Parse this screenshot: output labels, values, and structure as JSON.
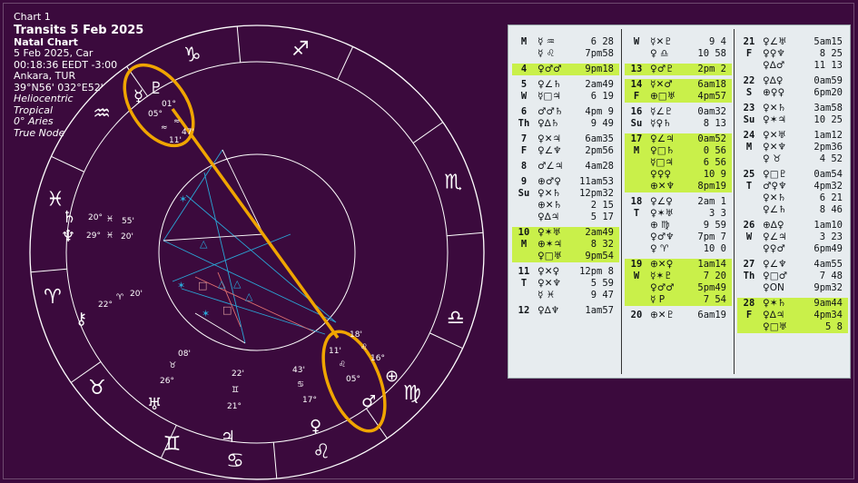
{
  "chart_info": {
    "chart_no": "Chart 1",
    "title": "Transits 5 Feb 2025",
    "subtitle": "Natal Chart",
    "date": "5 Feb 2025, Car",
    "time": "00:18:36  EEDT -3:00",
    "place": "Ankara, TUR",
    "coords": "39°N56' 032°E52'",
    "system": "Heliocentric",
    "zodiac": "Tropical",
    "ayanamsa": "0° Aries",
    "node": "True Node"
  },
  "zodiac_ring": [
    {
      "glyph": "♑",
      "angle": -108
    },
    {
      "glyph": "♐",
      "angle": -78
    },
    {
      "glyph": "♏",
      "angle": -20
    },
    {
      "glyph": "♎",
      "angle": 18
    },
    {
      "glyph": "♍",
      "angle": 42
    },
    {
      "glyph": "♌",
      "angle": 72
    },
    {
      "glyph": "♋",
      "angle": 96
    },
    {
      "glyph": "♊",
      "angle": 114
    },
    {
      "glyph": "♉",
      "angle": 140
    },
    {
      "glyph": "♈",
      "angle": 168
    },
    {
      "glyph": "♓",
      "angle": 195
    },
    {
      "glyph": "♒",
      "angle": 222
    }
  ],
  "planets": [
    {
      "glyph": "♇",
      "label": "Pluto",
      "deg": "01°",
      "sign": "≈"
    },
    {
      "glyph": "☿",
      "label": "Mercury",
      "deg": "05°",
      "sign": "≈"
    },
    {
      "glyph": "♄",
      "label": "Saturn",
      "deg": "20°",
      "sign": "♓",
      "min": "55'"
    },
    {
      "glyph": "♆",
      "label": "Neptune",
      "deg": "29°",
      "sign": "♓",
      "min": "20'"
    },
    {
      "glyph": "⚷",
      "label": "Chiron",
      "deg": "22°",
      "sign": "♈",
      "min": "20'"
    },
    {
      "glyph": "♅",
      "label": "Uranus",
      "deg": "26°",
      "sign": "♉",
      "min": "08'"
    },
    {
      "glyph": "♃",
      "label": "Jupiter",
      "deg": "21°",
      "sign": "♊",
      "min": "22'"
    },
    {
      "glyph": "♀",
      "label": "Venus",
      "deg": "17°",
      "sign": "♋",
      "min": "43'"
    },
    {
      "glyph": "♂",
      "label": "Mars",
      "deg": "05°",
      "sign": "♌",
      "min": "11'"
    },
    {
      "glyph": "⊕",
      "label": "Earth",
      "deg": "16°",
      "sign": "♌",
      "min": "18'"
    }
  ],
  "wheel_text": {
    "pluto_min": "47'",
    "mercury_min": "11'",
    "t_01": "01°",
    "t_05": "05°",
    "t_47": "47'",
    "t_11": "11'",
    "sat_deg": "20°",
    "sat_min": "55'",
    "nep_deg": "29°",
    "nep_min": "20'",
    "chi_deg": "22°",
    "chi_min": "20'",
    "ura_deg": "08'",
    "ura_d2": "26°",
    "jup_deg": "22'",
    "jup_d2": "21°",
    "ven_deg": "43'",
    "ven_d2": "17°",
    "mar_deg": "11'",
    "mar_d2": "05°",
    "ear_deg": "18'",
    "ear_d2": "16°"
  },
  "ephemeris": {
    "col1": [
      {
        "day": "M",
        "aspect": "☿ ♒",
        "time": "6 28",
        "hl": false
      },
      {
        "day": "",
        "aspect": "☿ ♌",
        "time": "7pm58",
        "hl": false
      },
      {
        "day": "4",
        "aspect": "♀♂♂",
        "time": "9pm18",
        "hl": true
      },
      {
        "day": "5",
        "aspect": "♀∠♄",
        "time": "2am49",
        "hl": false
      },
      {
        "day": "W",
        "aspect": "☿□♃",
        "time": "6 19",
        "hl": false
      },
      {
        "day": "6",
        "aspect": "♂♂♄",
        "time": "4pm 9",
        "hl": false
      },
      {
        "day": "Th",
        "aspect": "♀∆♄",
        "time": "9 49",
        "hl": false
      },
      {
        "day": "7",
        "aspect": "♀✕♃",
        "time": "6am35",
        "hl": false
      },
      {
        "day": "F",
        "aspect": "♀∠♆",
        "time": "2pm56",
        "hl": false
      },
      {
        "day": "8",
        "aspect": "♂∠♃",
        "time": "4am28",
        "hl": false
      },
      {
        "day": "9",
        "aspect": "⊕♂♀",
        "time": "11am53",
        "hl": false
      },
      {
        "day": "Su",
        "aspect": "♀✕♄",
        "time": "12pm32",
        "hl": false
      },
      {
        "day": "",
        "aspect": "⊕✕♄",
        "time": "2 15",
        "hl": false
      },
      {
        "day": "",
        "aspect": "♀∆♃",
        "time": "5 17",
        "hl": false
      },
      {
        "day": "10",
        "aspect": "♀✶♅",
        "time": "2am49",
        "hl": true
      },
      {
        "day": "M",
        "aspect": "⊕✶♃",
        "time": "8 32",
        "hl": true
      },
      {
        "day": "",
        "aspect": "♀□♅",
        "time": "9pm54",
        "hl": true
      },
      {
        "day": "11",
        "aspect": "♀✕♀",
        "time": "12pm 8",
        "hl": false
      },
      {
        "day": "T",
        "aspect": "♀✕♆",
        "time": "5 59",
        "hl": false
      },
      {
        "day": "",
        "aspect": "☿ ♓",
        "time": "9 47",
        "hl": false
      },
      {
        "day": "12",
        "aspect": "♀∆♆",
        "time": "1am57",
        "hl": false
      }
    ],
    "col2": [
      {
        "day": "W",
        "aspect": "☿✕♇",
        "time": "9 4",
        "hl": false
      },
      {
        "day": "",
        "aspect": "♀ ♎",
        "time": "10 58",
        "hl": false
      },
      {
        "day": "13",
        "aspect": "♀♂♇",
        "time": "2pm 2",
        "hl": true
      },
      {
        "day": "14",
        "aspect": "☿✕♂",
        "time": "6am18",
        "hl": true
      },
      {
        "day": "F",
        "aspect": "⊕□♅",
        "time": "4pm57",
        "hl": true
      },
      {
        "day": "16",
        "aspect": "☿∠♇",
        "time": "0am32",
        "hl": false
      },
      {
        "day": "Su",
        "aspect": "☿♀♄",
        "time": "8 13",
        "hl": false
      },
      {
        "day": "17",
        "aspect": "♀∠♃",
        "time": "0am52",
        "hl": true
      },
      {
        "day": "M",
        "aspect": "♀□♄",
        "time": "0 56",
        "hl": true
      },
      {
        "day": "",
        "aspect": "☿□♃",
        "time": "6 56",
        "hl": true
      },
      {
        "day": "",
        "aspect": "♀♀♀",
        "time": "10 9",
        "hl": true
      },
      {
        "day": "",
        "aspect": "⊕✕♆",
        "time": "8pm19",
        "hl": true
      },
      {
        "day": "18",
        "aspect": "♀∠♀",
        "time": "2am 1",
        "hl": false
      },
      {
        "day": "T",
        "aspect": "♀✶♅",
        "time": "3 3",
        "hl": false
      },
      {
        "day": "",
        "aspect": "⊕ ♍",
        "time": "9 59",
        "hl": false
      },
      {
        "day": "",
        "aspect": "♀♂♆",
        "time": "7pm 7",
        "hl": false
      },
      {
        "day": "",
        "aspect": "♀ ♈",
        "time": "10 0",
        "hl": false
      },
      {
        "day": "19",
        "aspect": "⊕✕♀",
        "time": "1am14",
        "hl": true
      },
      {
        "day": "W",
        "aspect": "☿✶♇",
        "time": "7 20",
        "hl": true
      },
      {
        "day": "",
        "aspect": "♀♂♂",
        "time": "5pm49",
        "hl": true
      },
      {
        "day": "",
        "aspect": "☿ P",
        "time": "7 54",
        "hl": true
      },
      {
        "day": "20",
        "aspect": "⊕✕♇",
        "time": "6am19",
        "hl": false
      }
    ],
    "col3": [
      {
        "day": "21",
        "aspect": "♀∠♅",
        "time": "5am15",
        "hl": false
      },
      {
        "day": "F",
        "aspect": "♀♀♆",
        "time": "8 25",
        "hl": false
      },
      {
        "day": "",
        "aspect": "♀∆♂",
        "time": "11 13",
        "hl": false
      },
      {
        "day": "22",
        "aspect": "♀∆♀",
        "time": "0am59",
        "hl": false
      },
      {
        "day": "S",
        "aspect": "⊕♀♀",
        "time": "6pm20",
        "hl": false
      },
      {
        "day": "23",
        "aspect": "♀✕♄",
        "time": "3am58",
        "hl": false
      },
      {
        "day": "Su",
        "aspect": "♀✶♃",
        "time": "10 25",
        "hl": false
      },
      {
        "day": "24",
        "aspect": "♀✕♅",
        "time": "1am12",
        "hl": false
      },
      {
        "day": "M",
        "aspect": "♀✕♆",
        "time": "2pm36",
        "hl": false
      },
      {
        "day": "",
        "aspect": "♀ ♉",
        "time": "4 52",
        "hl": false
      },
      {
        "day": "25",
        "aspect": "♀□♇",
        "time": "0am54",
        "hl": false
      },
      {
        "day": "T",
        "aspect": "♂♀♆",
        "time": "4pm32",
        "hl": false
      },
      {
        "day": "",
        "aspect": "♀✕♄",
        "time": "6 21",
        "hl": false
      },
      {
        "day": "",
        "aspect": "♀∠♄",
        "time": "8 46",
        "hl": false
      },
      {
        "day": "26",
        "aspect": "⊕∆♀",
        "time": "1am10",
        "hl": false
      },
      {
        "day": "W",
        "aspect": "♀∠♃",
        "time": "3 23",
        "hl": false
      },
      {
        "day": "",
        "aspect": "♀♀♂",
        "time": "6pm49",
        "hl": false
      },
      {
        "day": "27",
        "aspect": "♀∠♆",
        "time": "4am55",
        "hl": false
      },
      {
        "day": "Th",
        "aspect": "♀□♂",
        "time": "7 48",
        "hl": false
      },
      {
        "day": "",
        "aspect": "♀ON",
        "time": "9pm32",
        "hl": false
      },
      {
        "day": "28",
        "aspect": "♀✶♄",
        "time": "9am44",
        "hl": true
      },
      {
        "day": "F",
        "aspect": "♀∆♃",
        "time": "4pm34",
        "hl": true
      },
      {
        "day": "",
        "aspect": "♀□♅",
        "time": "5 8",
        "hl": true
      }
    ]
  },
  "colors": {
    "background": "#3b0a3d",
    "highlight": "#c9f04a",
    "circle": "#f0a500",
    "aspect_blue": "#2aa6d6",
    "aspect_red": "#e07070"
  }
}
